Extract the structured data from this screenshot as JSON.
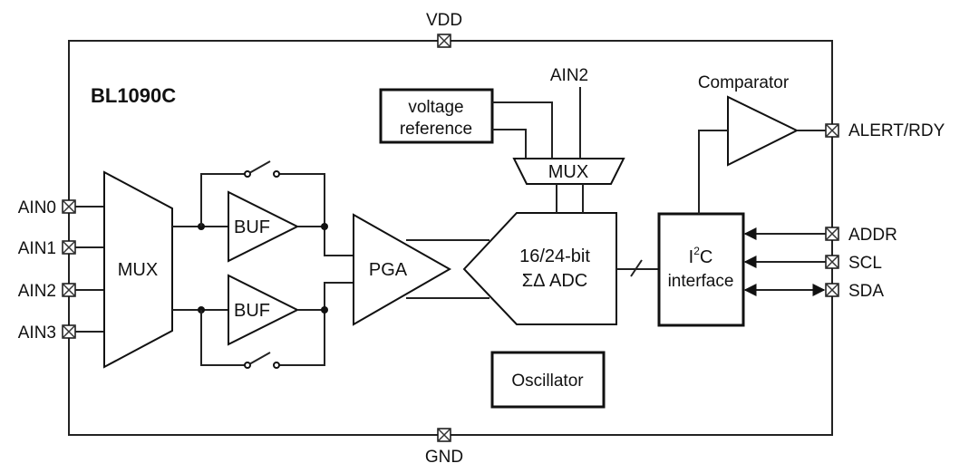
{
  "chip": {
    "name": "BL1090C"
  },
  "pins": {
    "vdd": "VDD",
    "gnd": "GND",
    "ain0": "AIN0",
    "ain1": "AIN1",
    "ain2": "AIN2",
    "ain3": "AIN3",
    "ain2_top": "AIN2",
    "alert": "ALERT/RDY",
    "addr": "ADDR",
    "scl": "SCL",
    "sda": "SDA"
  },
  "blocks": {
    "input_mux": "MUX",
    "buf_top": "BUF",
    "buf_bottom": "BUF",
    "pga": "PGA",
    "adc_line1": "16/24-bit",
    "adc_line2": "ΣΔ ADC",
    "ref_mux": "MUX",
    "vref_line1": "voltage",
    "vref_line2": "reference",
    "comparator": "Comparator",
    "i2c_line1_main": "I",
    "i2c_line1_sup": "2",
    "i2c_line1_rest": "C",
    "i2c_line2": "interface",
    "oscillator": "Oscillator"
  },
  "icons": {
    "pin_marker": "boxed-x-icon",
    "switch": "switch-icon"
  }
}
